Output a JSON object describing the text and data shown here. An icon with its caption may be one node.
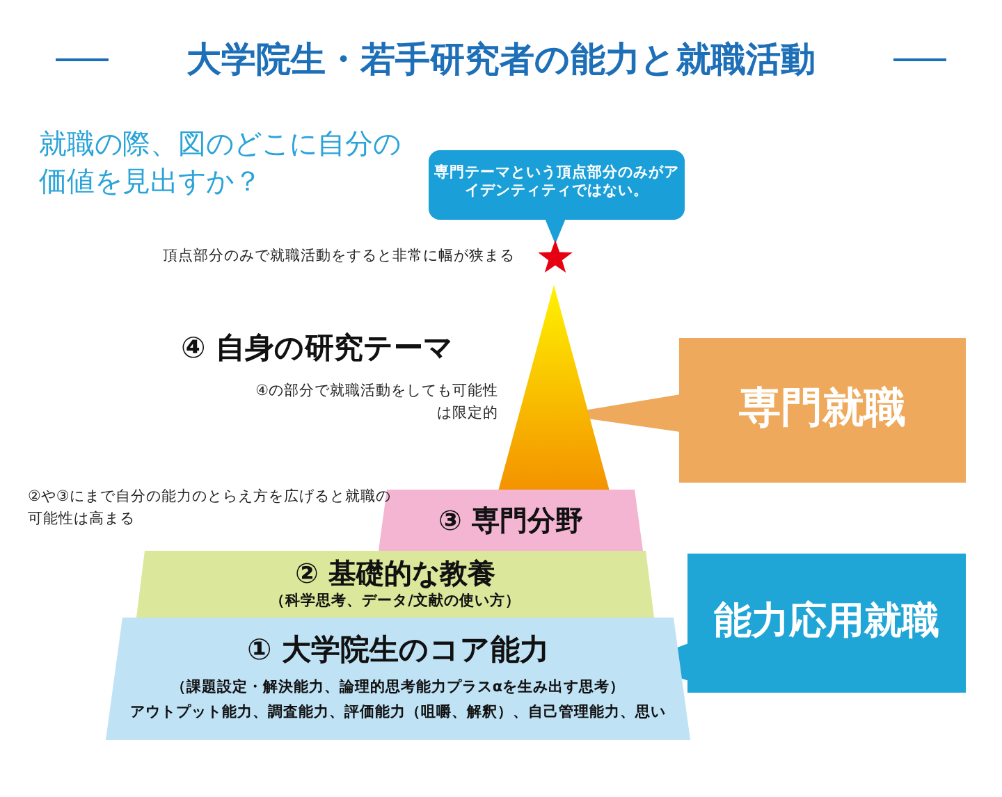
{
  "diagram": {
    "title": "大学院生・若手研究者の能力と就職活動",
    "nodes": [
      {
        "text": [],
        "shape": "star"
      },
      {
        "text": [
          "専門テーマという頂点部分のみがアイデンティティではない。"
        ]
      },
      {
        "text": [
          "④ 自身の研究テーマ"
        ],
        "beside": [
          "④の部分で就職活動をしても可能性は限定的"
        ]
      },
      {
        "text": [
          "③ 専門分野"
        ]
      },
      {
        "text": [
          "② 基礎的な教養",
          "（科学思考、データ/文献の使い方）"
        ]
      },
      {
        "text": [
          "① 大学院生のコア能力",
          "（課題設定・解決能力、論理的思考能力プラスαを生み出す思考）",
          "アウトプット能力、調査能力、評価能力（咀嚼、解釈）、自己管理能力、思い"
        ]
      },
      {
        "text": [
          "専門就職"
        ]
      },
      {
        "text": [
          "能力応用就職"
        ]
      }
    ],
    "edges": [
      {
        "from": 1,
        "to": 0,
        "arrow": "to"
      },
      {
        "from": 6,
        "to": 2,
        "arrow": "to"
      },
      {
        "from": 7,
        "to": 5,
        "arrow": "to"
      }
    ],
    "labels": [
      "就職の際、図のどこに自分の価値を見出すか？",
      "頂点部分のみで就職活動をすると非常に幅が狭まる",
      "②や③にまで自分の能力のとらえ方を広げると就職の可能性は高まる"
    ]
  }
}
